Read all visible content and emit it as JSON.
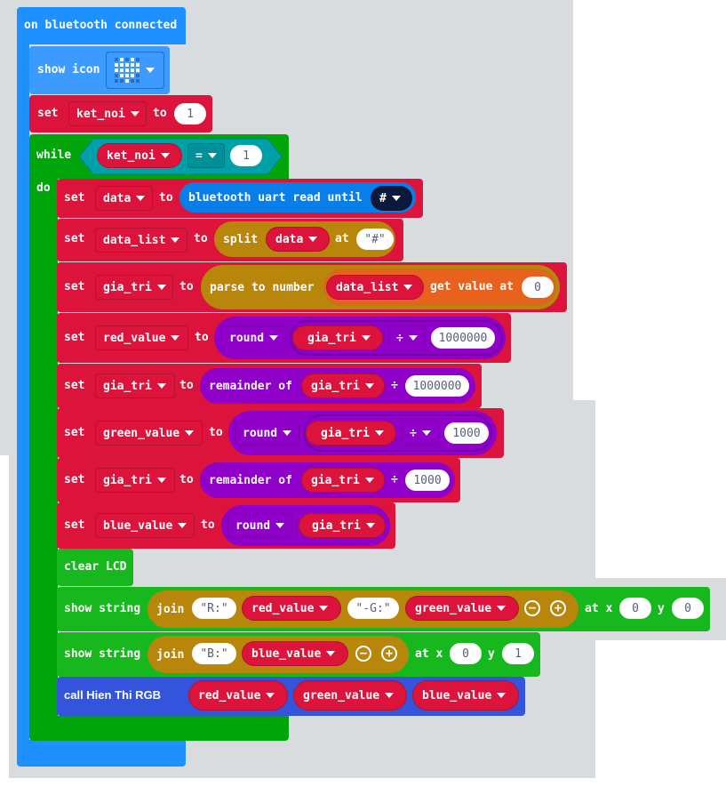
{
  "event": {
    "label": "on bluetooth connected",
    "color": "#1e90ff"
  },
  "blocks": {
    "show_icon": {
      "label": "show icon",
      "icon": "heart-icon"
    },
    "set_ket_noi": {
      "set": "set",
      "var": "ket_noi",
      "to": "to",
      "value": "1"
    },
    "while": {
      "label": "while",
      "do": "do",
      "var": "ket_noi",
      "op": "=",
      "value": "1"
    },
    "set_data": {
      "set": "set",
      "var": "data",
      "to": "to",
      "fn": "bluetooth uart read until",
      "delim": "#"
    },
    "set_data_list": {
      "set": "set",
      "var": "data_list",
      "to": "to",
      "fn": "split",
      "arg": "data",
      "at": "at",
      "delim": "\"#\""
    },
    "set_gia_tri_1": {
      "set": "set",
      "var": "gia_tri",
      "to": "to",
      "fn": "parse to number",
      "list": "data_list",
      "get": "get value at",
      "index": "0"
    },
    "set_red": {
      "set": "set",
      "var": "red_value",
      "to": "to",
      "round": "round",
      "arg": "gia_tri",
      "op": "÷",
      "value": "1000000"
    },
    "set_gia_tri_2": {
      "set": "set",
      "var": "gia_tri",
      "to": "to",
      "fn": "remainder of",
      "arg": "gia_tri",
      "op": "÷",
      "value": "1000000"
    },
    "set_green": {
      "set": "set",
      "var": "green_value",
      "to": "to",
      "round": "round",
      "arg": "gia_tri",
      "op": "÷",
      "value": "1000"
    },
    "set_gia_tri_3": {
      "set": "set",
      "var": "gia_tri",
      "to": "to",
      "fn": "remainder of",
      "arg": "gia_tri",
      "op": "÷",
      "value": "1000"
    },
    "set_blue": {
      "set": "set",
      "var": "blue_value",
      "to": "to",
      "round": "round",
      "arg": "gia_tri"
    },
    "clear_lcd": {
      "label": "clear LCD"
    },
    "show_string_1": {
      "label": "show string",
      "join": "join",
      "s1": "\"R:\"",
      "v1": "red_value",
      "s2": "\"-G:\"",
      "v2": "green_value",
      "minus": "−",
      "plus": "+",
      "atx": "at x",
      "x": "0",
      "y_label": "y",
      "y": "0"
    },
    "show_string_2": {
      "label": "show string",
      "join": "join",
      "s1": "\"B:\"",
      "v1": "blue_value",
      "minus": "−",
      "plus": "+",
      "atx": "at x",
      "x": "0",
      "y_label": "y",
      "y": "1"
    },
    "call": {
      "label": "call Hien Thi RGB",
      "a1": "red_value",
      "a2": "green_value",
      "a3": "blue_value"
    }
  },
  "colors": {
    "variables": "#dc143c",
    "loops": "#00a50b",
    "lcd": "#17b81e",
    "math": "#8f00c8",
    "text": "#b8860b",
    "arrays": "#e8611d",
    "functions": "#3455db",
    "bluetooth": "#0a7ee8",
    "workspace": "#ebeef0"
  }
}
